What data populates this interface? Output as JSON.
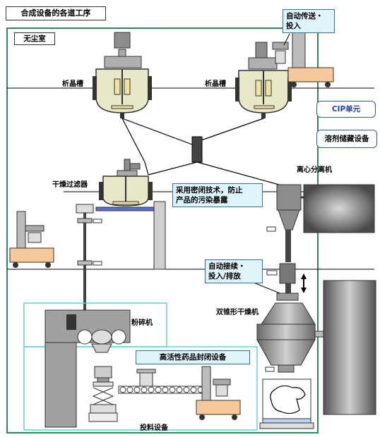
{
  "title": "合成设备的各道工序",
  "labels": {
    "clean_room": "无尘室",
    "crystallizer_left": "析晶槽",
    "crystallizer_right": "析晶槽",
    "auto_transfer": "自动传送・\n投入",
    "cip_unit": "CIP单元",
    "solvent_storage": "溶剂储藏设备",
    "centrifuge": "离心分离机",
    "dry_filter": "干燥过滤器",
    "closed_tech": "采用密闭技术，防止\n产品的污染暴露",
    "auto_connect": "自动接续・\n投入/排放",
    "double_cone_dryer": "双锥形干燥机",
    "crusher": "粉碎机",
    "containment": "高活性药品封闭设备",
    "feeding_equipment": "投料设备"
  },
  "colors": {
    "room_border": "#2e8a5a",
    "cyan_zone": "#5fd3d8",
    "vessel_fill": "#e8e8c8",
    "machine_grey": "#8c8c8c",
    "orange_cart": "#f7c89a",
    "blue_platform": "#5a6fd0"
  }
}
